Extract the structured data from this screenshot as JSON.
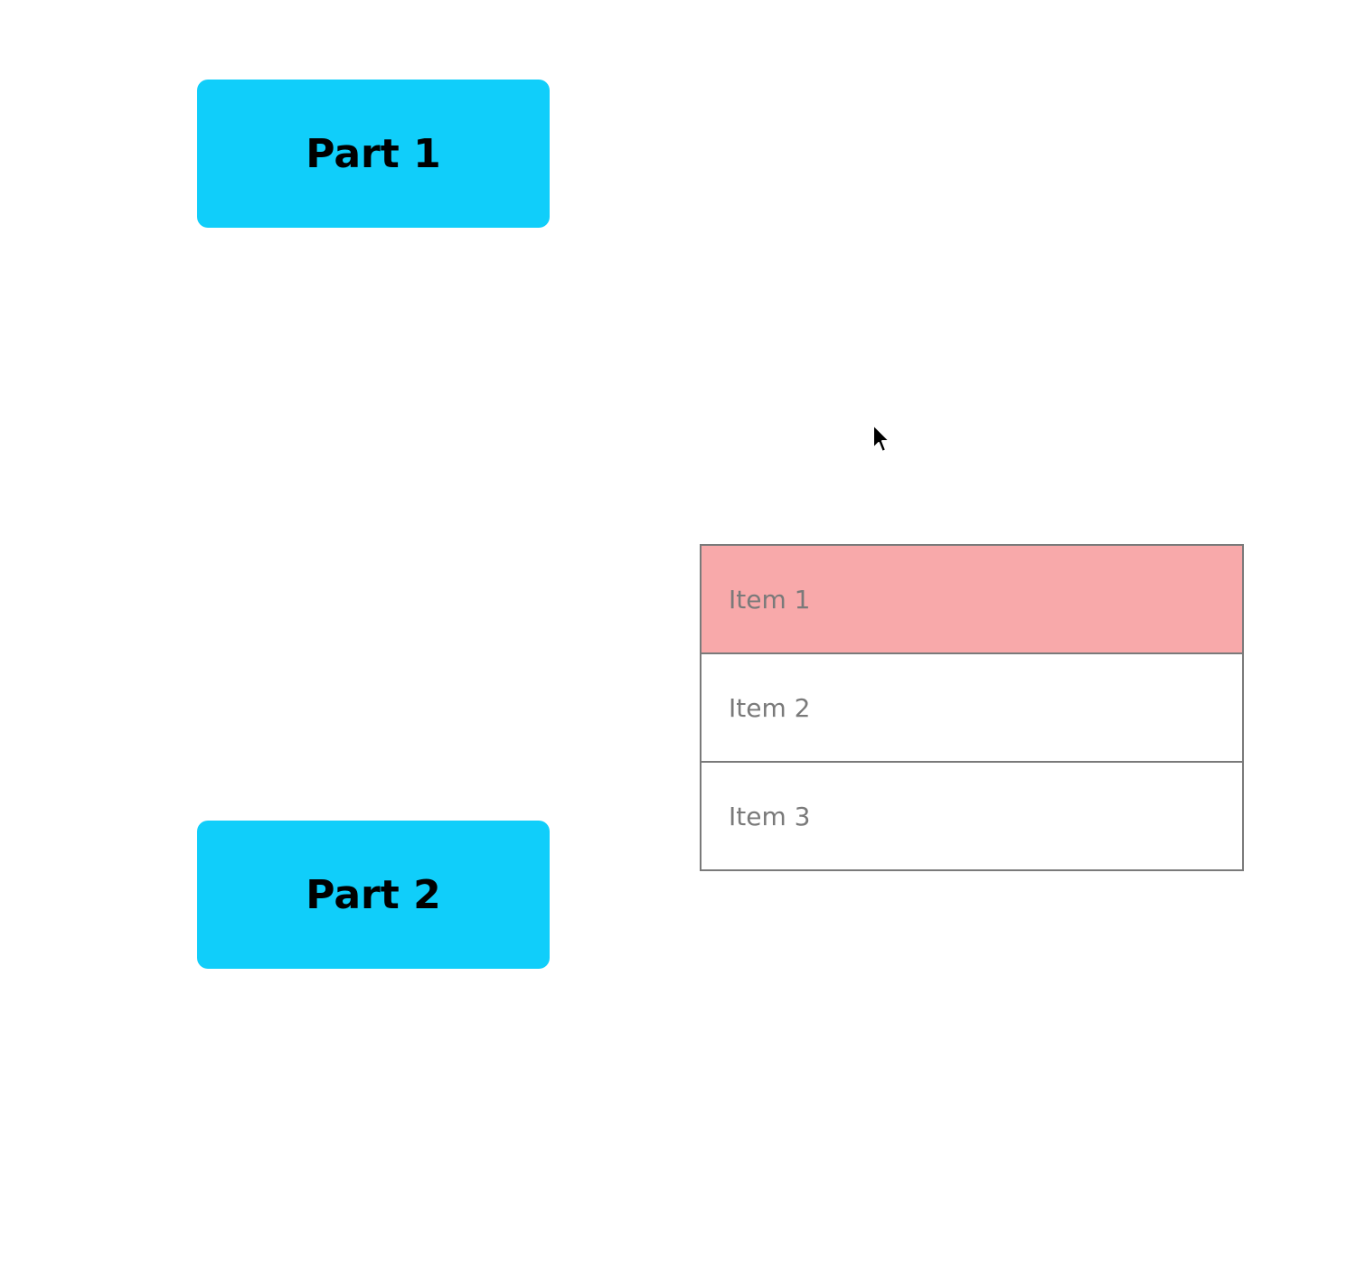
{
  "colors": {
    "part_button_bg": "#10cefa",
    "selected_item_bg": "#f8a9aa",
    "item_bg": "#ffffff",
    "border": "#7a7a7a",
    "item_text": "#7a7a7a"
  },
  "parts": [
    {
      "label": "Part 1"
    },
    {
      "label": "Part 2"
    }
  ],
  "list": {
    "items": [
      {
        "label": "Item 1",
        "selected": true
      },
      {
        "label": "Item 2",
        "selected": false
      },
      {
        "label": "Item 3",
        "selected": false
      }
    ]
  },
  "cursor": {
    "icon": "arrow-pointer-icon"
  }
}
